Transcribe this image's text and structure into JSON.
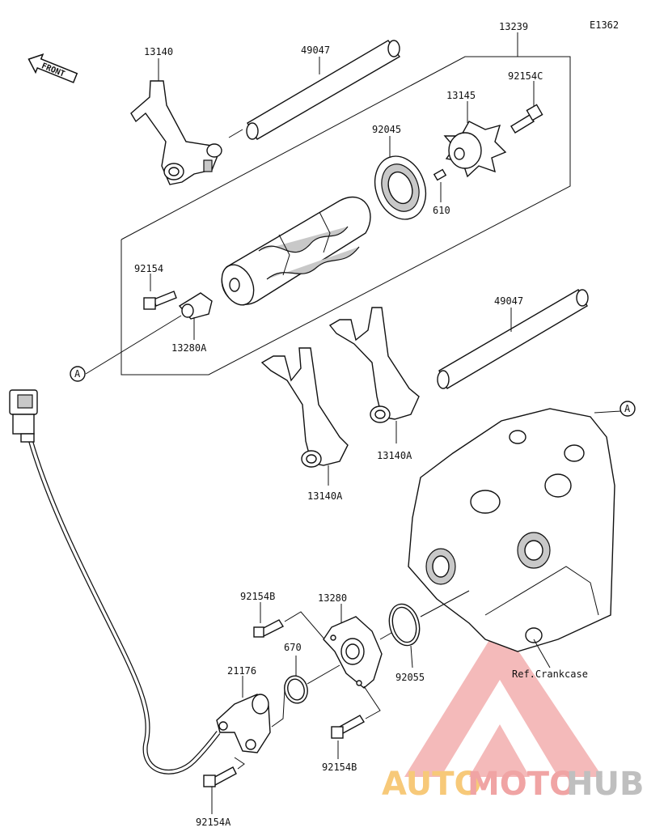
{
  "diagram_code": "E1362",
  "front_label": "FRONT",
  "callouts": [
    "A",
    "A"
  ],
  "labels": {
    "13239": "13239",
    "13140": "13140",
    "49047_top": "49047",
    "92154C": "92154C",
    "13145": "13145",
    "92045": "92045",
    "610": "610",
    "92154": "92154",
    "13280A": "13280A",
    "49047_bottom": "49047",
    "13140A_right": "13140A",
    "13140A_left": "13140A",
    "92154B_top": "92154B",
    "13280": "13280",
    "670": "670",
    "21176": "21176",
    "92055": "92055",
    "ref_crankcase": "Ref.Crankcase",
    "92154B_bottom": "92154B",
    "92154A": "92154A"
  },
  "watermark": {
    "part1": "AUTO",
    "part2": "MOTO",
    "part3": "HUB"
  }
}
